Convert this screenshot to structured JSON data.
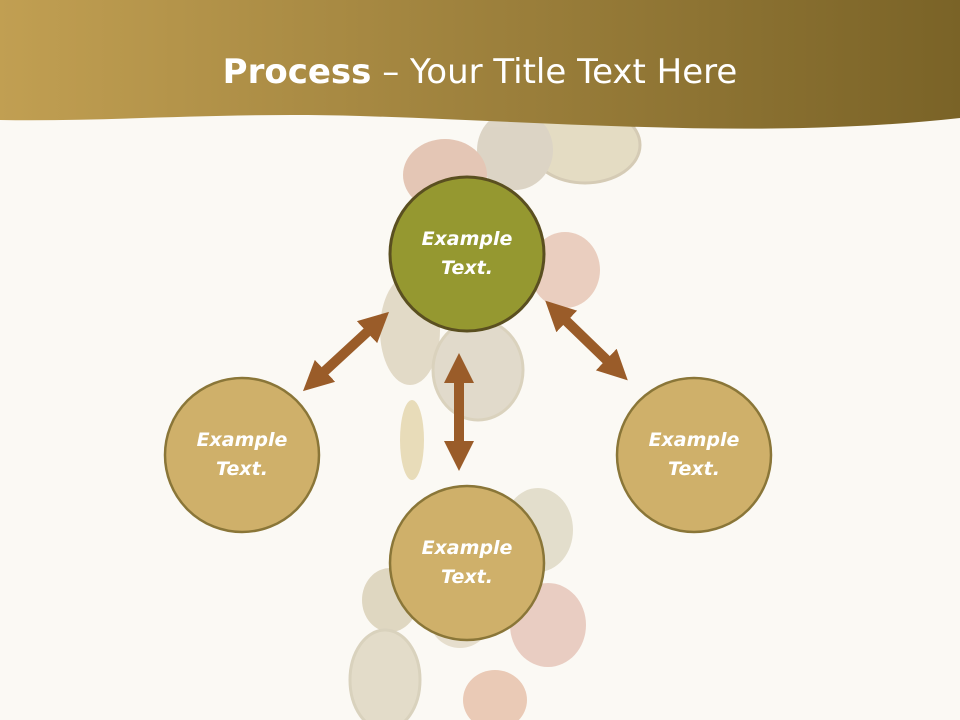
{
  "title": {
    "bold": "Process",
    "separator": " – ",
    "rest": "Your Title Text Here"
  },
  "nodes": [
    {
      "line1": "Example",
      "line2": "Text.",
      "fill": "#959830",
      "highlight": true
    },
    {
      "line1": "Example",
      "line2": "Text.",
      "fill": "#cfb06a",
      "highlight": false
    },
    {
      "line1": "Example",
      "line2": "Text.",
      "fill": "#cfb06a",
      "highlight": false
    },
    {
      "line1": "Example",
      "line2": "Text.",
      "fill": "#cfb06a",
      "highlight": false
    }
  ],
  "colors": {
    "banner_start": "#c19f52",
    "banner_end": "#7a6327",
    "arrow": "#9a5c29",
    "node_stroke": "#6b5a27",
    "background": "#fbf9f4"
  }
}
